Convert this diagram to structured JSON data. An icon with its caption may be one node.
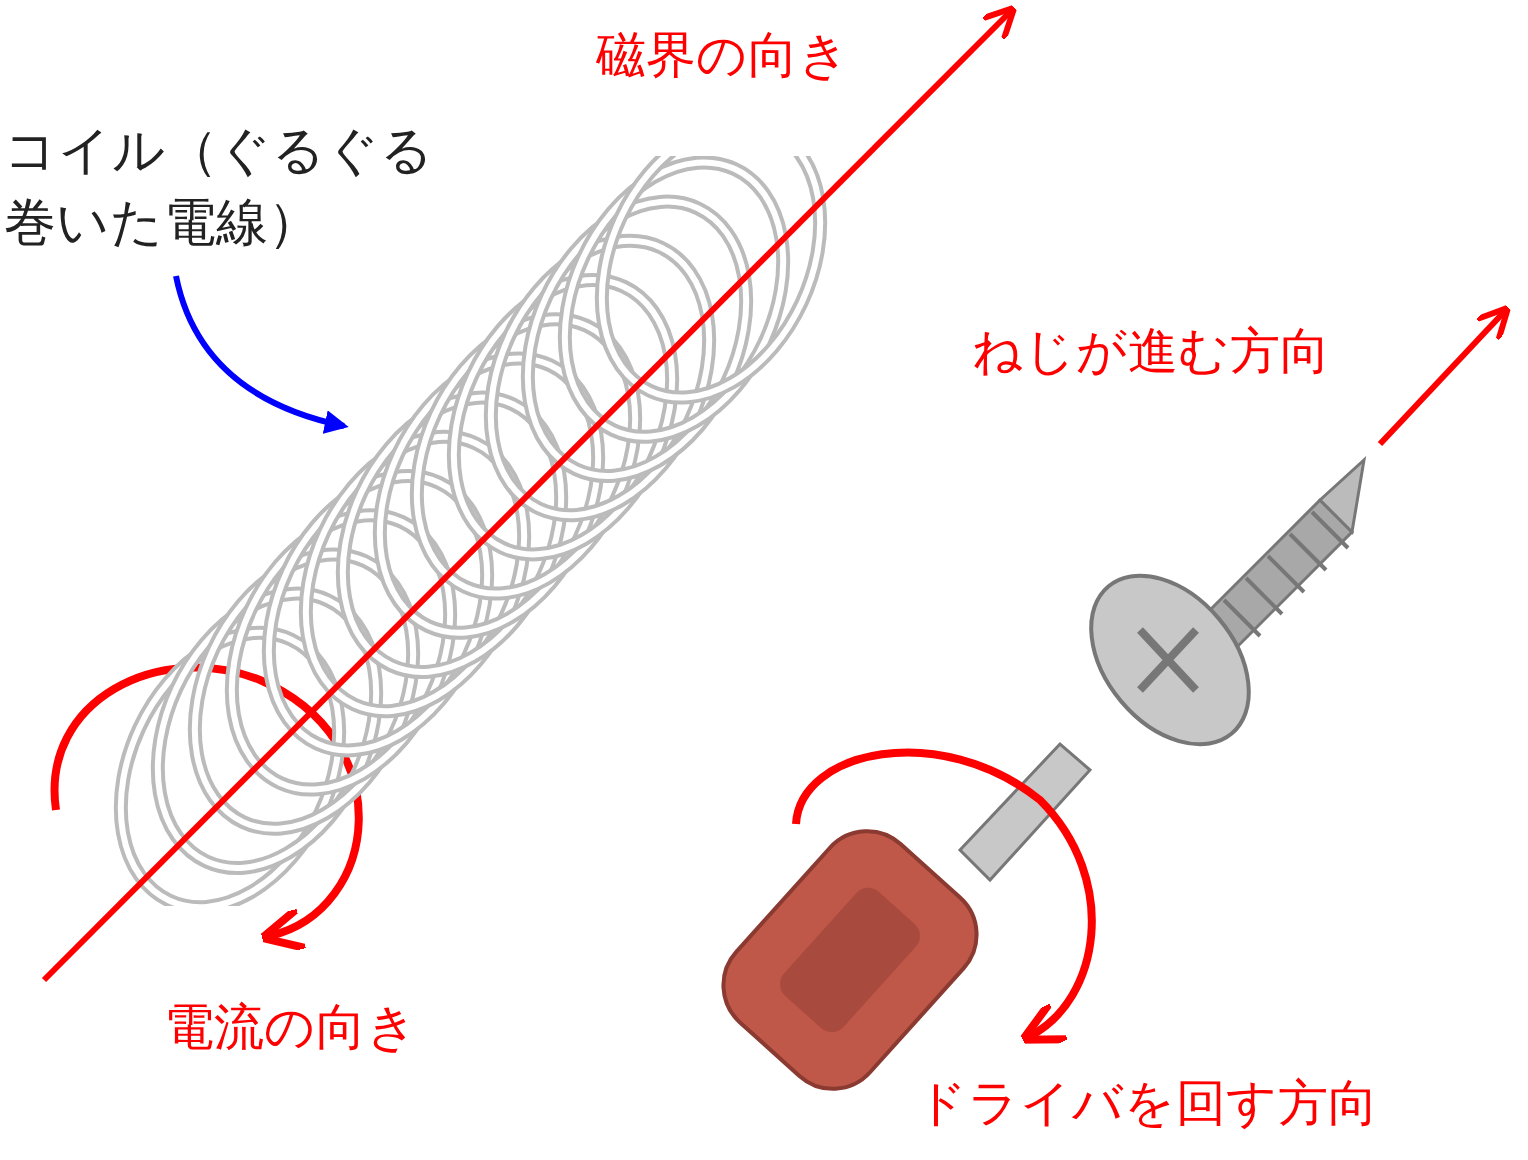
{
  "diagram": {
    "nodes": [
      {
        "text": [
          "コイル（ぐるぐる巻いた電線）"
        ]
      },
      {
        "text": [],
        "shape": "picture"
      }
    ],
    "edges": [
      {
        "from": 0,
        "to": 1,
        "arrow": "to",
        "color": "#0000ff"
      }
    ],
    "labels": [
      "磁界の向き",
      "ねじが進む方向",
      "電流の向き",
      "ドライバを回す方向"
    ]
  }
}
